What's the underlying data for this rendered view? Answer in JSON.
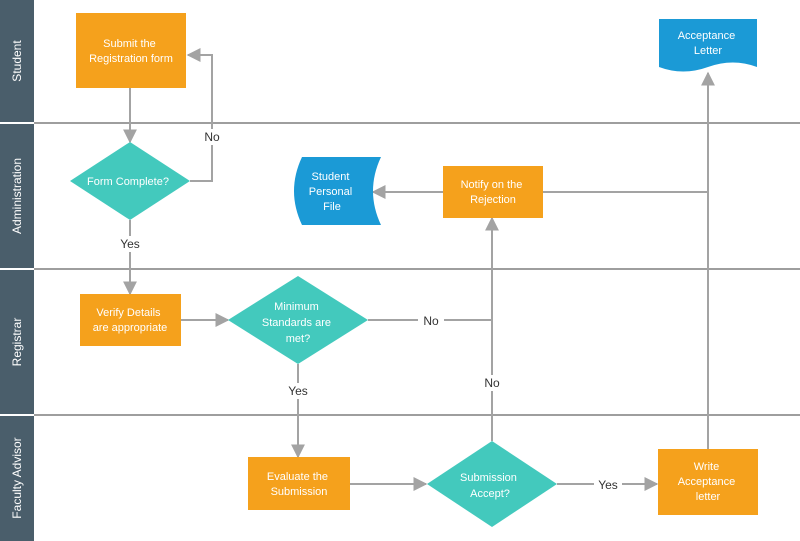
{
  "lanes": [
    {
      "id": "student",
      "label": "Student"
    },
    {
      "id": "administration",
      "label": "Administration"
    },
    {
      "id": "registrar",
      "label": "Registrar"
    },
    {
      "id": "faculty",
      "label": "Faculty Advisor"
    }
  ],
  "colors": {
    "process": "#f5a11c",
    "decision": "#43c9bd",
    "document": "#1b9ad6",
    "rail": "#4a5e6b",
    "connector": "#a3a3a3"
  },
  "nodes": {
    "submit": {
      "lines": [
        "Submit the",
        "Registration form"
      ],
      "shape": "process"
    },
    "form_complete": {
      "lines": [
        "Form Complete?"
      ],
      "shape": "decision"
    },
    "verify": {
      "lines": [
        "Verify Details",
        "are appropriate"
      ],
      "shape": "process"
    },
    "min_standards": {
      "lines": [
        "Minimum",
        "Standards  are",
        "met?"
      ],
      "shape": "decision"
    },
    "evaluate": {
      "lines": [
        "Evaluate the",
        "Submission"
      ],
      "shape": "process"
    },
    "submission_accept": {
      "lines": [
        "Submission",
        "Accept?"
      ],
      "shape": "decision"
    },
    "write_letter": {
      "lines": [
        "Write",
        "Acceptance",
        "letter"
      ],
      "shape": "process"
    },
    "acceptance_letter": {
      "lines": [
        "Acceptance",
        "Letter"
      ],
      "shape": "document"
    },
    "notify_rejection": {
      "lines": [
        "Notify on the",
        "Rejection"
      ],
      "shape": "process"
    },
    "student_file": {
      "lines": [
        "Student",
        "Personal",
        "File"
      ],
      "shape": "stored-data"
    }
  },
  "edge_labels": {
    "form_no": "No",
    "form_yes": "Yes",
    "standards_no": "No",
    "standards_yes": "Yes",
    "accept_no": "No",
    "accept_yes": "Yes"
  }
}
